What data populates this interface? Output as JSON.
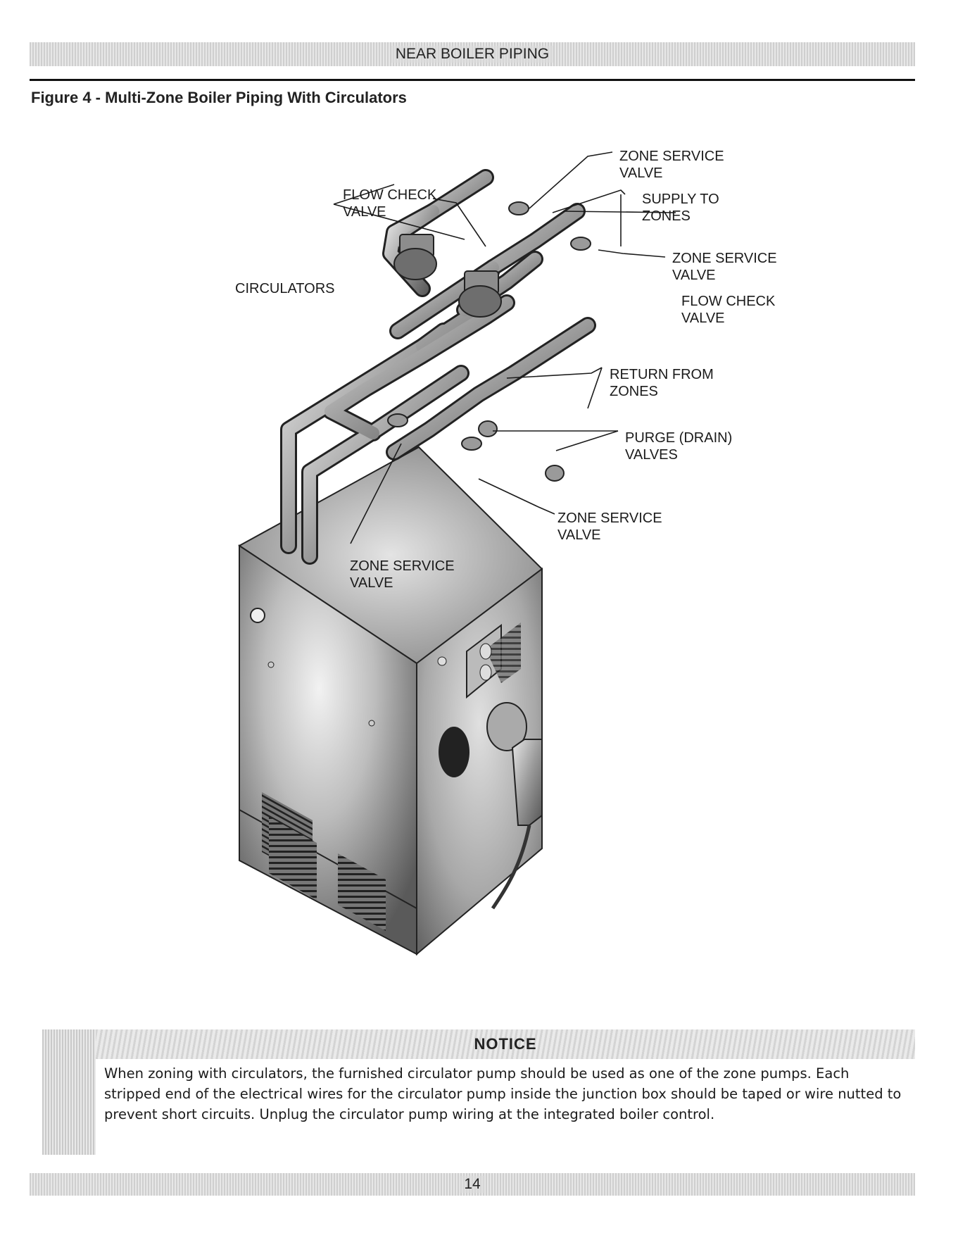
{
  "header": {
    "title": "NEAR BOILER PIPING"
  },
  "figure": {
    "title": "Figure 4 - Multi-Zone Boiler Piping With Circulators",
    "labels": {
      "zone_service_valve_top_1": "ZONE SERVICE",
      "zone_service_valve_top_2": "VALVE",
      "flow_check_valve_left_1": "FLOW CHECK",
      "flow_check_valve_left_2": "VALVE",
      "supply_to_zones_1": "SUPPLY TO",
      "supply_to_zones_2": "ZONES",
      "zone_service_valve_right_1": "ZONE SERVICE",
      "zone_service_valve_right_2": "VALVE",
      "circulators": "CIRCULATORS",
      "flow_check_valve_right_1": "FLOW CHECK",
      "flow_check_valve_right_2": "VALVE",
      "return_from_zones_1": "RETURN FROM",
      "return_from_zones_2": "ZONES",
      "purge_drain_valves_1": "PURGE (DRAIN)",
      "purge_drain_valves_2": "VALVES",
      "zone_service_valve_lower_1": "ZONE SERVICE",
      "zone_service_valve_lower_2": "VALVE",
      "zone_service_valve_front_1": "ZONE SERVICE",
      "zone_service_valve_front_2": "VALVE"
    }
  },
  "notice": {
    "heading": "NOTICE",
    "body": "When zoning with circulators, the furnished circulator pump should be used as one of the zone pumps. Each stripped end of the electrical wires for the circulator pump inside the junction box should be taped or wire nutted to prevent short circuits.  Unplug the circulator pump wiring at the integrated boiler control."
  },
  "footer": {
    "page_number": "14"
  }
}
